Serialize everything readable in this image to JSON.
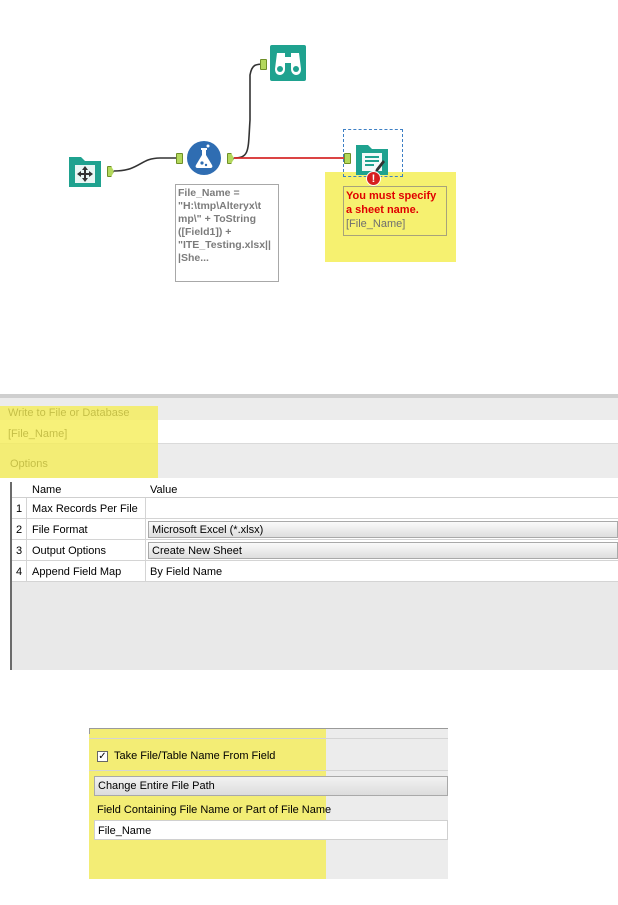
{
  "workflow": {
    "formula_expression": "File_Name =\n\"H:\\tmp\\Alteryx\\t\nmp\\\" + ToString\n([Field1]) +\n\"ITE_Testing.xlsx||\n|She...",
    "output_error": {
      "badge": "!",
      "message": "You must specify a sheet name.",
      "field": "[File_Name]"
    },
    "colors": {
      "tool_teal": "#1fa28f",
      "tool_blue": "#2f6db2",
      "anchor_green": "#b3d85c",
      "error_wire": "#d62a2a",
      "highlight": "#f5ee57"
    },
    "icons": [
      "input-data-icon",
      "formula-icon",
      "browse-icon",
      "output-data-icon"
    ]
  },
  "config": {
    "title": "Write to File or Database",
    "path_value": "[File_Name]",
    "options_label": "Options",
    "columns": {
      "name": "Name",
      "value": "Value"
    },
    "rows": [
      {
        "num": "1",
        "name": "Max Records Per File",
        "value": "",
        "dropdown": false
      },
      {
        "num": "2",
        "name": "File Format",
        "value": "Microsoft Excel (*.xlsx)",
        "dropdown": true
      },
      {
        "num": "3",
        "name": "Output Options",
        "value": "Create New Sheet",
        "dropdown": true
      },
      {
        "num": "4",
        "name": "Append Field Map",
        "value": "By Field Name",
        "dropdown": false
      }
    ]
  },
  "field_options": {
    "checkbox_mark": "✓",
    "take_name_label": "Take File/Table Name From Field",
    "take_name_checked": true,
    "path_mode": "Change Entire File Path",
    "field_label": "Field Containing File Name or Part of File Name",
    "field_value": "File_Name"
  }
}
